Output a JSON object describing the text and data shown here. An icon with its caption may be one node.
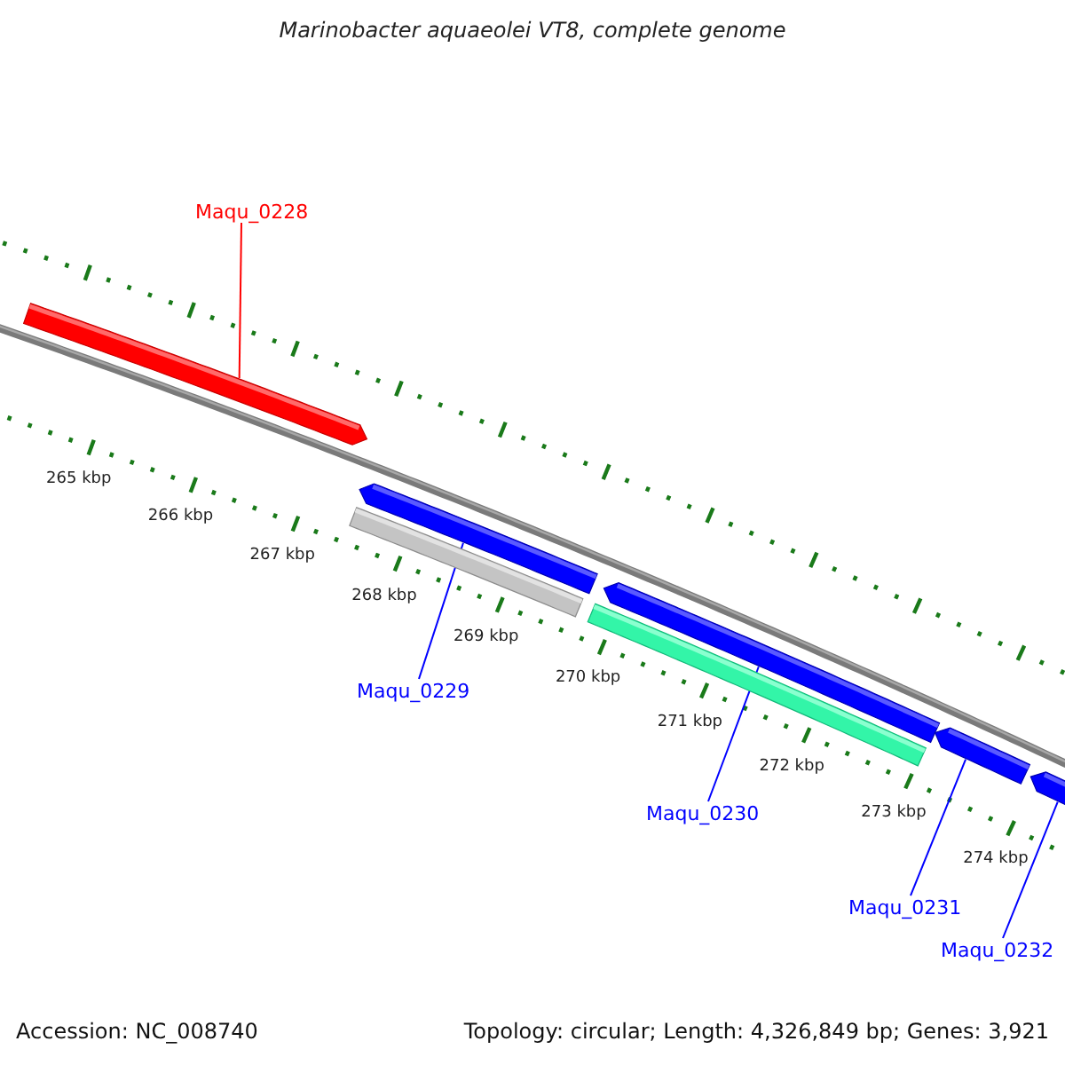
{
  "diagram": {
    "title": "Marinobacter aquaeolei VT8, complete genome",
    "nodes": [
      {
        "text": [
          "Maqu_0228"
        ]
      },
      {
        "text": [],
        "shape": "bar"
      },
      {
        "text": [],
        "shape": "bar"
      },
      {
        "text": [],
        "shape": "bar"
      },
      {
        "text": [],
        "shape": "bar"
      },
      {
        "text": [],
        "shape": "bar"
      },
      {
        "text": [],
        "shape": "bar"
      },
      {
        "text": [],
        "shape": "bar"
      },
      {
        "text": [
          "Maqu_0229"
        ]
      },
      {
        "text": [
          "Maqu_0230"
        ]
      },
      {
        "text": [
          "Maqu_0231"
        ]
      },
      {
        "text": [
          "Maqu_0232"
        ]
      }
    ],
    "edges": [
      {
        "from": 0,
        "to": 1,
        "arrow": "none",
        "color": "#ff0000"
      },
      {
        "from": 8,
        "to": 2,
        "arrow": "none"
      },
      {
        "from": 9,
        "to": 4,
        "arrow": "none"
      },
      {
        "from": 10,
        "to": 6,
        "arrow": "none"
      },
      {
        "from": 11,
        "to": 7,
        "arrow": "none"
      }
    ],
    "labels": [
      "265 kbp",
      "266 kbp",
      "267 kbp",
      "268 kbp",
      "269 kbp",
      "270 kbp",
      "271 kbp",
      "272 kbp",
      "273 kbp",
      "274 kbp",
      "Accession: NC_008740",
      "Topology: circular; Length: 4,326,849 bp; Genes: 3,921"
    ]
  }
}
